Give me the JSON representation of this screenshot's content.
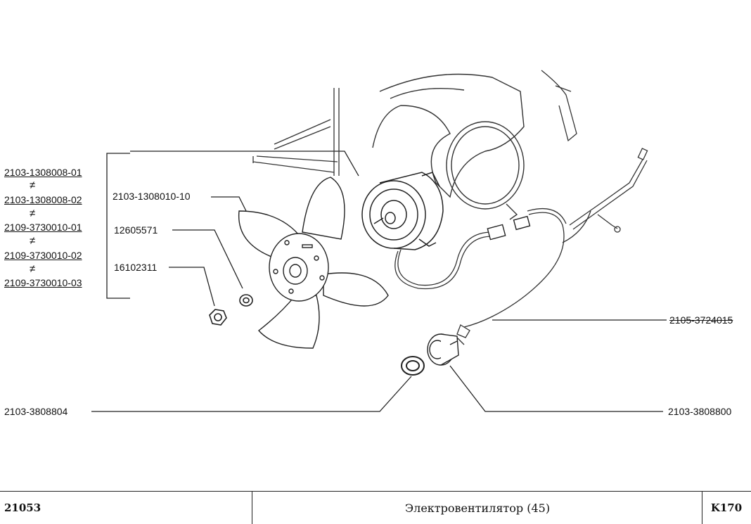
{
  "parts_group": [
    "2103-1308008-01",
    "2103-1308008-02",
    "2109-3730010-01",
    "2109-3730010-02",
    "2109-3730010-03"
  ],
  "neq_symbol": "≠",
  "labels": {
    "fan_motor": "2103-1308010-10",
    "washer": "12605571",
    "nut": "16102311",
    "wiring_harness": "2105-3724015",
    "gasket": "2103-3808804",
    "sensor": "2103-3808800"
  },
  "footer": {
    "model": "21053",
    "title": "Электровентилятор (45)",
    "page_code": "K170"
  }
}
